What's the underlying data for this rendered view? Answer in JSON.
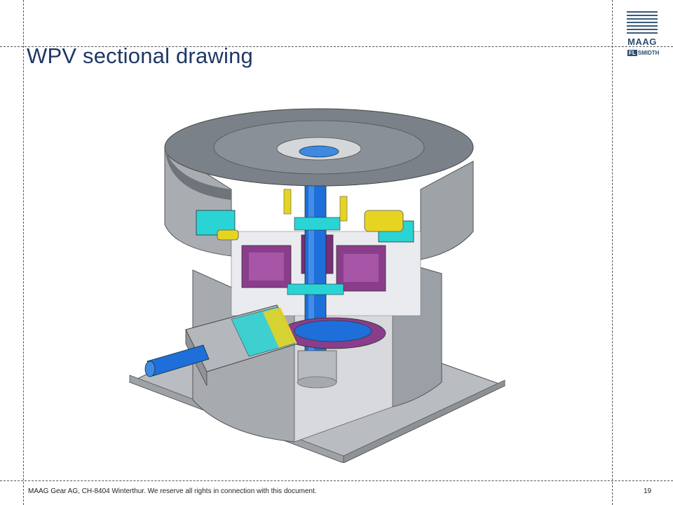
{
  "slide": {
    "title": "WPV sectional drawing",
    "page_number": "19"
  },
  "logo": {
    "brand": "MAAG",
    "sub_prefix": "FL",
    "sub_suffix": "SMIDTH"
  },
  "footer": {
    "text": "MAAG Gear AG, CH-8404 Winterthur. We reserve all rights in connection with this document."
  },
  "colors": {
    "title": "#1f3864",
    "housing": "#9aa0a6",
    "cyan_section": "#2ad4d4",
    "blue_shaft": "#1e6fd9",
    "magenta_gear": "#8a3d8a",
    "yellow": "#e6d422"
  }
}
